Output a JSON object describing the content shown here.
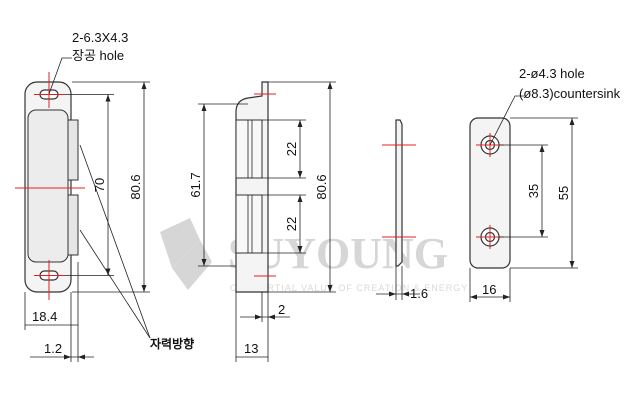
{
  "labels": {
    "slot_spec": "2-6.3X4.3",
    "slot_hole": "장공 hole",
    "hole_spec": "2-ø4.3 hole",
    "countersink": "(ø8.3)countersink",
    "magnet_direction": "자력방향"
  },
  "dimensions": {
    "front_width": "18.4",
    "front_offset": "1.2",
    "front_height": "80.6",
    "front_slot_pitch": "70",
    "side_width": "13",
    "side_flange": "2",
    "side_height": "80.6",
    "side_inner": "61.7",
    "side_upper_magnet": "22",
    "side_lower_magnet": "22",
    "plate_thickness": "1.6",
    "plate_width": "16",
    "plate_height": "55",
    "plate_hole_pitch": "35"
  },
  "watermark": {
    "brand": "SUYOUNG",
    "tagline": "CONCERTIAL VALUE OF CREATION & ENERGY"
  },
  "colors": {
    "line": "#222222",
    "centerline": "#e02020",
    "part_fill": "#f4f4f4",
    "watermark": "#d6d6d6"
  }
}
